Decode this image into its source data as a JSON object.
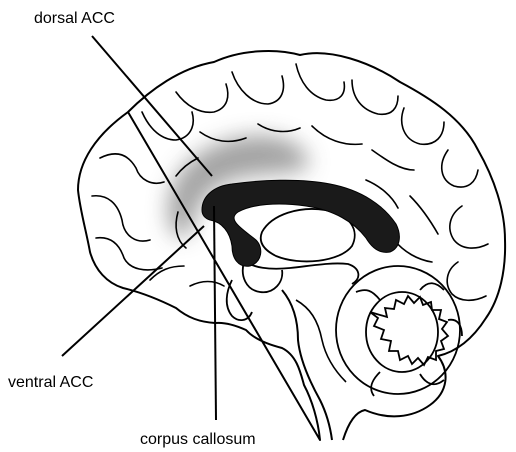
{
  "labels": {
    "dorsal_acc": "dorsal ACC",
    "ventral_acc": "ventral ACC",
    "corpus_callosum": "corpus callosum"
  },
  "colors": {
    "outline": "#000000",
    "corpus_callosum_fill": "#1a1a1a",
    "acc_highlight": "#9a9a9a",
    "background": "#ffffff"
  }
}
